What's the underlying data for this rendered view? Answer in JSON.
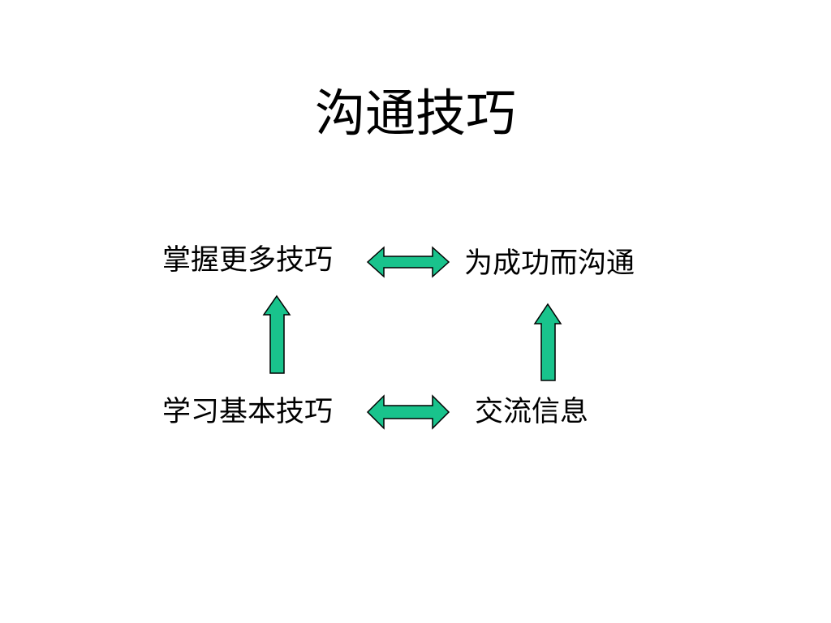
{
  "slide": {
    "title": "沟通技巧",
    "nodes": {
      "top_left": "掌握更多技巧",
      "top_right": "为成功而沟通",
      "bottom_left": "学习基本技巧",
      "bottom_right": "交流信息"
    },
    "colors": {
      "arrow_fill": "#19c38c",
      "arrow_outline": "#000000",
      "text": "#000000",
      "background": "#ffffff"
    },
    "arrows": [
      {
        "name": "double-arrow-top",
        "from": "top_left",
        "to": "top_right",
        "kind": "double-headed"
      },
      {
        "name": "double-arrow-bottom",
        "from": "bottom_left",
        "to": "bottom_right",
        "kind": "double-headed"
      },
      {
        "name": "up-arrow-left",
        "from": "bottom_left",
        "to": "top_left",
        "kind": "single-headed"
      },
      {
        "name": "up-arrow-right",
        "from": "bottom_right",
        "to": "top_right",
        "kind": "single-headed"
      }
    ]
  }
}
